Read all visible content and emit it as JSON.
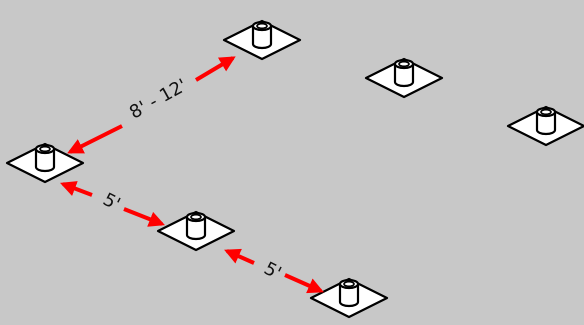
{
  "diagram": {
    "background_color": "#c8c8c8",
    "arrow_color": "#ff0000",
    "post_count": 6,
    "dimensions": {
      "row_spacing_label": "8' - 12'",
      "post_spacing_label_1": "5'",
      "post_spacing_label_2": "5'"
    }
  }
}
